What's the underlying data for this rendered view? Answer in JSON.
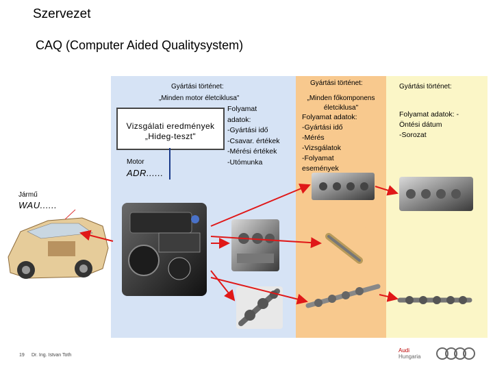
{
  "title": "Szervezet",
  "subtitle": "CAQ (Computer Aided Qualitysystem)",
  "blue_panel": {
    "header": "Gyártási történet:",
    "lifecycle": "„Minden motor életciklusa\"",
    "result_box": {
      "line1": "Vizsgálati eredmények",
      "line2": "„Hideg-teszt\""
    },
    "engine_label": "Motor",
    "engine_code": "ADR......",
    "process_lines": [
      "Folyamat",
      "adatok:",
      "-Gyártási idő",
      "-Csavar. értékek",
      "-Mérési értékek",
      "-Utómunka"
    ]
  },
  "orange_panel": {
    "header": "Gyártási történet:",
    "lifecycle_lines": [
      "„Minden főkomponens",
      "életciklusa\""
    ],
    "process_lines": [
      "Folyamat adatok:",
      "-Gyártási idő",
      "-Mérés",
      "-Vizsgálatok",
      "-Folyamat",
      "események"
    ]
  },
  "yellow_panel": {
    "header": "Gyártási történet:",
    "process_lines": [
      "Folyamat adatok: -",
      "Öntési dátum",
      "-Sorozat"
    ]
  },
  "vehicle": {
    "label": "Jármű",
    "code": "WAU......"
  },
  "footer": {
    "page_number": "19",
    "author": "Dr. Ing. Istvan Toth",
    "brand_line1": "Audi",
    "brand_line2": "Hungaria"
  },
  "colors": {
    "blue_panel": "#d6e3f5",
    "orange_panel": "#f8c98e",
    "yellow_panel": "#fbf6c7",
    "arrow": "#e01818",
    "connector": "#1a3a8a"
  }
}
